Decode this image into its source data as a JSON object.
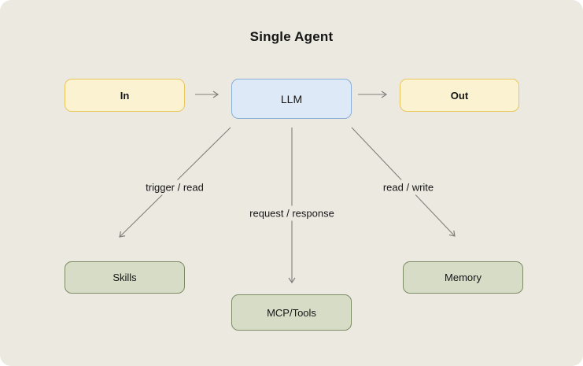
{
  "title": "Single Agent",
  "nodes": {
    "in": {
      "label": "In"
    },
    "llm": {
      "label": "LLM"
    },
    "out": {
      "label": "Out"
    },
    "skills": {
      "label": "Skills"
    },
    "mcp_tools": {
      "label": "MCP/Tools"
    },
    "memory": {
      "label": "Memory"
    }
  },
  "edges": {
    "in_llm": {
      "from": "in",
      "to": "llm",
      "label": ""
    },
    "llm_out": {
      "from": "llm",
      "to": "out",
      "label": ""
    },
    "llm_skills": {
      "from": "llm",
      "to": "skills",
      "label": "trigger / read"
    },
    "llm_mcp": {
      "from": "llm",
      "to": "mcp_tools",
      "label": "request / response"
    },
    "llm_memory": {
      "from": "llm",
      "to": "memory",
      "label": "read / write"
    }
  },
  "colors": {
    "canvas_bg": "#ece9e1",
    "ink": "#151515",
    "line": "#80807c",
    "yellow_fill": "#fbf2d2",
    "yellow_border": "#e9c75d",
    "blue_fill": "#dde9f6",
    "blue_border": "#8aaed8",
    "green_fill": "#d7dcc7",
    "green_border": "#7d8c64"
  }
}
